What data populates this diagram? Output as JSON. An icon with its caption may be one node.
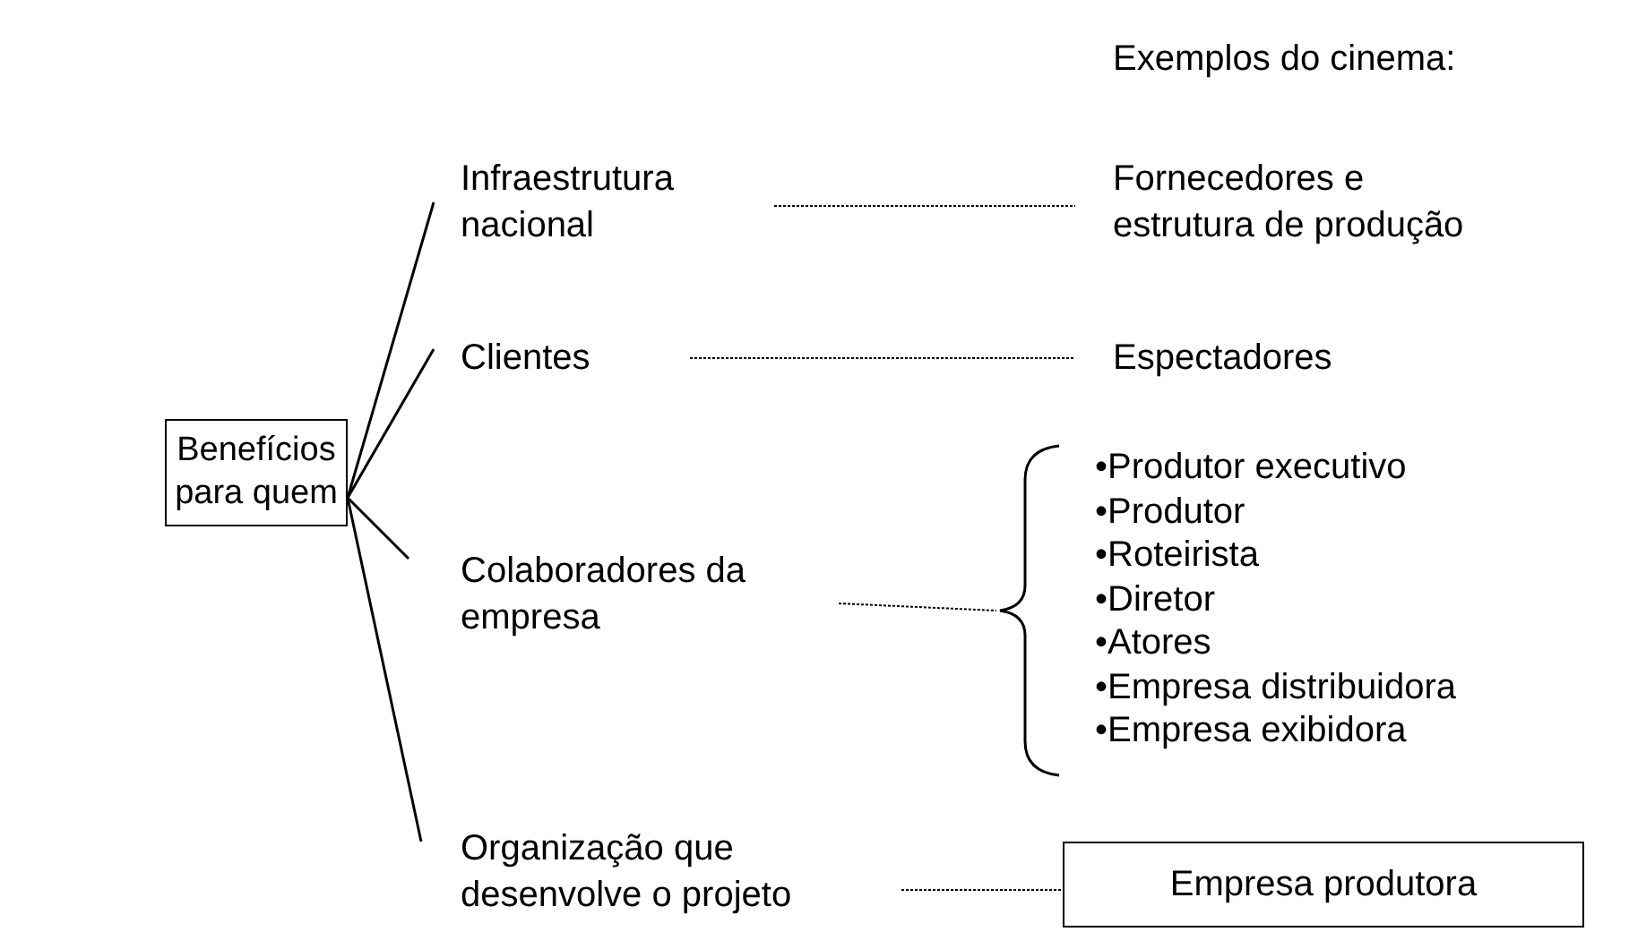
{
  "diagram": {
    "nodes": [
      {
        "text": [
          "Benefícios para quem"
        ]
      },
      {
        "text": [
          "Infraestrutura nacional"
        ]
      },
      {
        "text": [
          "Clientes"
        ]
      },
      {
        "text": [
          "Colaboradores da empresa"
        ]
      },
      {
        "text": [
          "Organização que desenvolve o projeto"
        ]
      },
      {
        "text": [
          "Fornecedores e estrutura de produção"
        ]
      },
      {
        "text": [
          "Espectadores"
        ]
      },
      {
        "text": [
          "•Produtor executivo",
          "•Produtor",
          "•Roteirista",
          "•Diretor",
          "•Atores",
          "•Empresa distribuidora",
          "•Empresa exibidora"
        ]
      },
      {
        "text": [
          "Empresa produtora"
        ]
      }
    ],
    "edges": [
      {
        "from": 0,
        "to": 1,
        "arrow": "none"
      },
      {
        "from": 0,
        "to": 2,
        "arrow": "none"
      },
      {
        "from": 0,
        "to": 3,
        "arrow": "none"
      },
      {
        "from": 0,
        "to": 4,
        "arrow": "none"
      },
      {
        "from": 1,
        "to": 5,
        "arrow": "none",
        "style": "dashed"
      },
      {
        "from": 2,
        "to": 6,
        "arrow": "none",
        "style": "dashed"
      },
      {
        "from": 3,
        "to": 7,
        "arrow": "none",
        "style": "dashed"
      },
      {
        "from": 4,
        "to": 8,
        "arrow": "none",
        "style": "dashed"
      }
    ],
    "labels": [
      "Exemplos do cinema:"
    ]
  }
}
